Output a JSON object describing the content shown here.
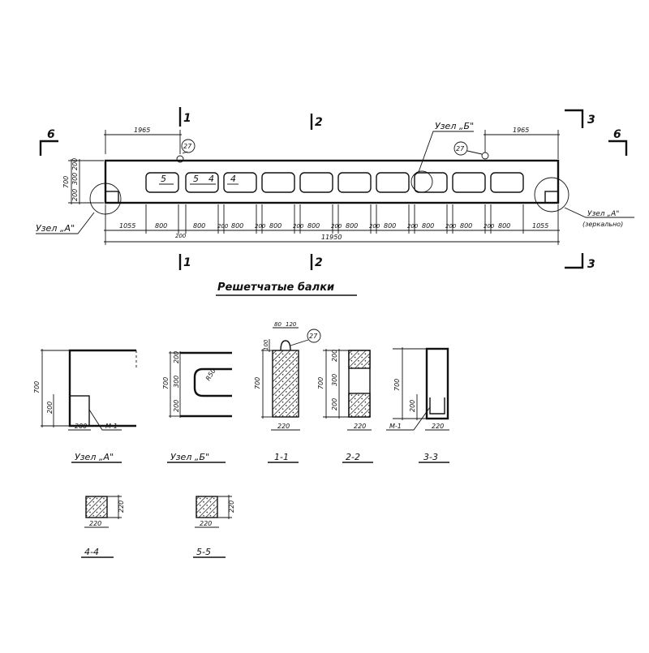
{
  "main_title": "Решетчатые балки",
  "beam": {
    "section_marks": [
      "1",
      "2",
      "3",
      "6"
    ],
    "callout_uzel_a": "Узел „А\"",
    "callout_uzel_b": "Узел „Б\"",
    "callout_uzel_a_mirror_1": "Узел „А\"",
    "callout_uzel_a_mirror_2": "(зеркально)",
    "lift_loop_mark": "27",
    "panel_labels": [
      "5",
      "5",
      "4",
      "4"
    ],
    "dims_top": [
      "1965",
      "1965"
    ],
    "dims_height": [
      "700",
      "200",
      "300",
      "200"
    ],
    "dims_bottom": [
      "1055",
      "800",
      "200",
      "800",
      "200",
      "800",
      "200",
      "800",
      "200",
      "800",
      "200",
      "800",
      "200",
      "800",
      "200",
      "800",
      "200",
      "800",
      "200",
      "800",
      "1055"
    ],
    "dim_total": "11950"
  },
  "details": {
    "uzel_a": {
      "caption": "Узел „А\"",
      "dims": [
        "700",
        "200",
        "200"
      ],
      "plate": "М-1"
    },
    "uzel_b": {
      "caption": "Узел „Б\"",
      "dims": [
        "700",
        "200",
        "300",
        "200",
        "R50"
      ]
    },
    "s1": {
      "caption": "1-1",
      "dims": [
        "700",
        "100",
        "80",
        "120",
        "220"
      ],
      "mark": "27"
    },
    "s2": {
      "caption": "2-2",
      "dims": [
        "200",
        "300",
        "200",
        "700",
        "220"
      ]
    },
    "s3": {
      "caption": "3-3",
      "dims": [
        "700",
        "200",
        "220"
      ],
      "plate": "М-1"
    },
    "s4": {
      "caption": "4-4",
      "dims": [
        "220",
        "220"
      ]
    },
    "s5": {
      "caption": "5-5",
      "dims": [
        "220",
        "220"
      ]
    }
  }
}
